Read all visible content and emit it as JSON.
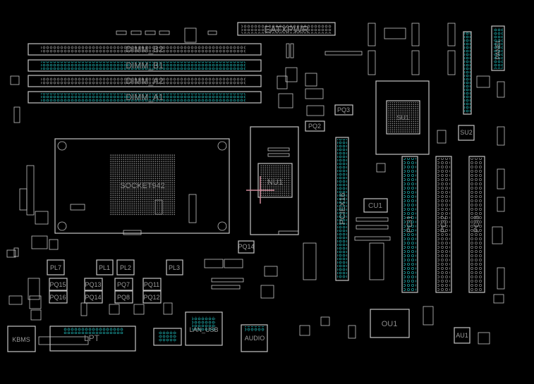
{
  "board": {
    "colors": {
      "background": "#000000",
      "outline": "#c4c4c4",
      "pin_teal": "#1a9c9c",
      "pin_gray": "#8c8c8c",
      "cursor": "#d08a9a",
      "label": "#8a8a8a"
    },
    "connectors": {
      "eatxpwr": "EATXPWR",
      "dimm_b2": "DIMM_B2",
      "dimm_b1": "DIMM_B1",
      "dimm_a2": "DIMM_A2",
      "dimm_a1": "DIMM_A1",
      "socket": "SOCKET942",
      "pciex16": "PCIEX16",
      "pci1": "PCI1",
      "pci2": "PCI2",
      "pci3": "PCI3",
      "kbms": "KBMS",
      "lpt": "LPT",
      "audio": "AUDIO",
      "lan_usb": "LAN_USB",
      "panel": "PANEL"
    },
    "chips": {
      "nu1": "NU1",
      "cu1": "CU1",
      "su2": "SU2",
      "ou1": "OU1",
      "au1": "AU1",
      "su1": "SU1"
    },
    "power": {
      "pl7": "PL7",
      "pl1": "PL1",
      "pl2": "PL2",
      "pl3": "PL3",
      "pq15": "PQ15",
      "pq13": "PQ13",
      "pq7": "PQ7",
      "pq11": "PQ11",
      "pq16": "PQ16",
      "pq14": "PQ14",
      "pq8": "PQ8",
      "pq12": "PQ12",
      "pq2": "PQ2",
      "pq3": "PQ3",
      "pq14b": "PQ14"
    }
  }
}
